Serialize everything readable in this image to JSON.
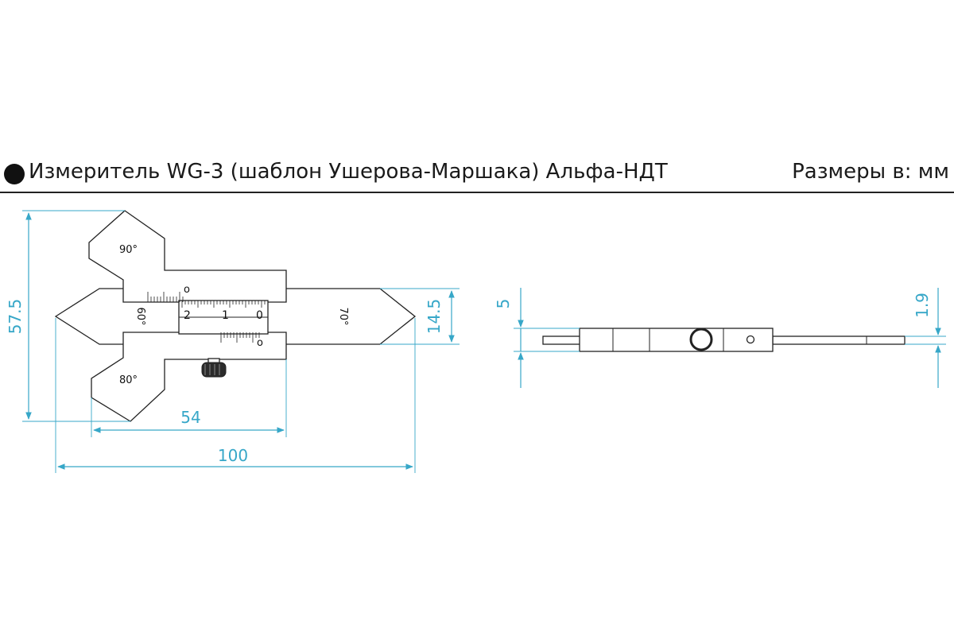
{
  "header": {
    "title": "Измеритель WG-3 (шаблон Ушерова-Маршака) Альфа-НДТ",
    "units": "Размеры в: мм"
  },
  "front_view": {
    "angles": {
      "top": "90°",
      "bottom": "80°",
      "left": "60°",
      "right": "70°"
    },
    "scale_numbers": [
      "2",
      "1",
      "0"
    ],
    "scale_zero_top": "o",
    "scale_zero_bottom": "o"
  },
  "dimensions": {
    "height": "57.5",
    "body_width": "54",
    "total_length": "100",
    "blade_height": "14.5",
    "thickness": "5",
    "blade_thickness": "1.9"
  },
  "colors": {
    "dimension": "#37a7c8",
    "outline": "#222222"
  }
}
